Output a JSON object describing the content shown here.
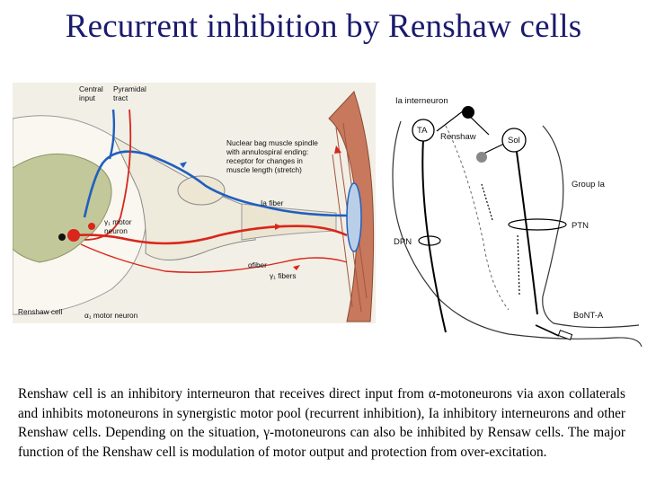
{
  "title": "Recurrent inhibition by Renshaw cells",
  "left_figure": {
    "central_input": [
      "Central",
      "input"
    ],
    "pyramidal_tract": [
      "Pyramidal",
      "tract"
    ],
    "spindle_note": [
      "Nuclear bag muscle spindle",
      "with annulospiral ending:",
      "receptor for changes in",
      "muscle length (stretch)"
    ],
    "gamma_motor_neuron": [
      "γ₁ motor",
      "neuron"
    ],
    "ia_fiber": "Ia fiber",
    "alpha_fiber": "αfiber",
    "gamma_fibers": "γ₁ fibers",
    "renshaw_cell": "Renshaw cell",
    "alpha_motor_neuron": "α₁ motor neuron"
  },
  "right_figure": {
    "ia_interneuron": "Ia interneuron",
    "ta": "TA",
    "renshaw": "Renshaw",
    "sol": "Sol",
    "group_ia": "Group Ia",
    "ptn": "PTN",
    "dpn": "DPN",
    "bont_a": "BoNT-A"
  },
  "caption": "Renshaw cell is an inhibitory interneuron that receives direct input from α-motoneurons via axon collaterals and inhibits motoneurons in synergistic motor pool (recurrent inhibition), Ia inhibitory interneurons and other Renshaw cells. Depending on the situation, γ-motoneurons can also be inhibited by Rensaw cells. The major function of the Renshaw cell is modulation of motor output and protection from over-excitation.",
  "colors": {
    "title": "#1a1a6e",
    "blue_pathway": "#1f5fbf",
    "red_pathway": "#d8261c",
    "gray_matter": "#c2c89a",
    "muscle": "#c8785c"
  }
}
